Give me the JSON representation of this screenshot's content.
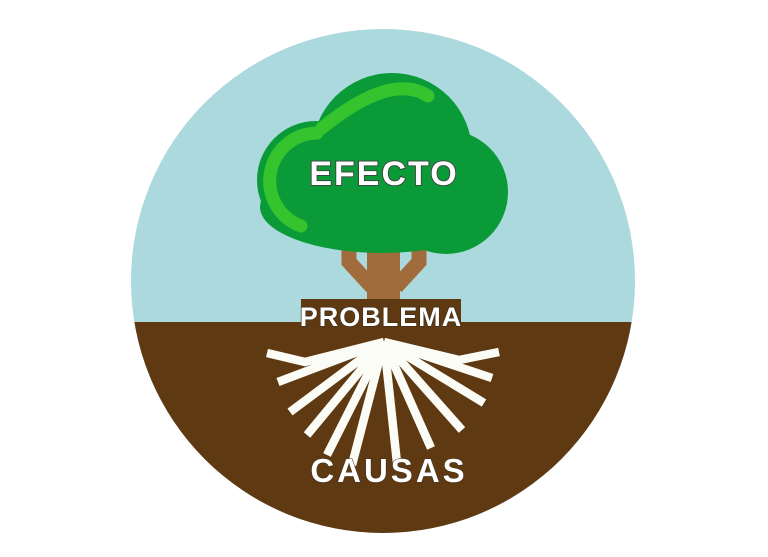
{
  "diagram": {
    "type": "problem-tree",
    "labels": {
      "effect": "EFECTO",
      "problem": "PROBLEMA",
      "causes": "CAUSAS"
    }
  },
  "colors": {
    "background": "#FFFFFF",
    "sky": "#ABD9DD",
    "soil": "#5E3912",
    "canopy_green": "#0A9B38",
    "canopy_highlight": "#35C42E",
    "trunk_brown": "#A06C3C",
    "root_white": "#FCFCF7",
    "label_white": "#FFFFFF"
  }
}
